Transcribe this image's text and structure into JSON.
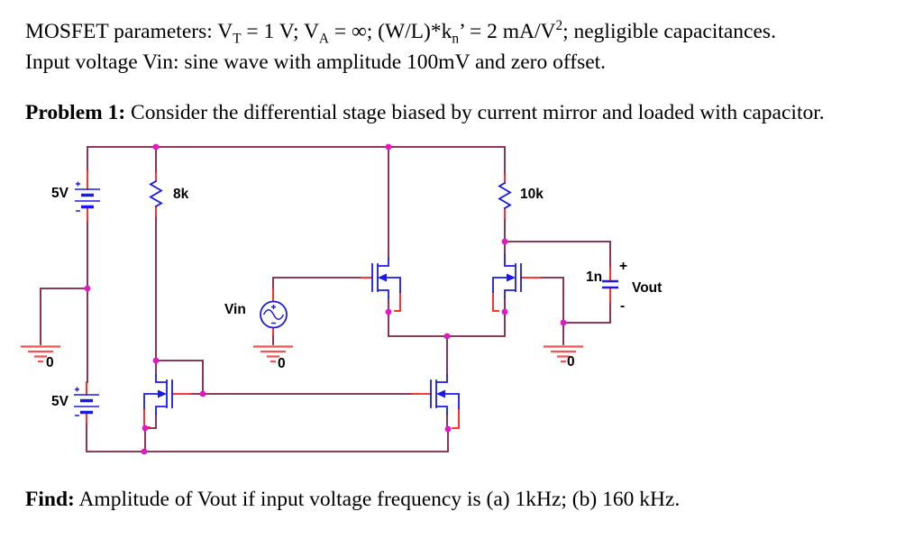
{
  "header": {
    "line1": {
      "p1": "MOSFET parameters: V",
      "s1": "T",
      "p2": " = 1 V; V",
      "s2": "A",
      "p3": " = ∞; (W/L)*k",
      "s3": "n",
      "p4": "’ = 2 mA/V",
      "sup": "2",
      "p5": "; negligible capacitances."
    },
    "line2": "Input voltage Vin: sine wave with amplitude 100mV and zero offset.",
    "problem_label": "Problem 1:",
    "problem_text": " Consider the differential stage biased by current mirror and loaded with capacitor."
  },
  "footer": {
    "find_label": "Find:",
    "find_text": " Amplitude of Vout if input voltage frequency is (a) 1kHz; (b) 160 kHz."
  },
  "schematic": {
    "vdd_label": "5V",
    "vss_label": "5V",
    "r1_label": "8k",
    "r2_label": "10k",
    "vin_label": "Vin",
    "cap_label": "1n",
    "vout_plus": "+",
    "vout_label": "Vout",
    "vout_minus": "-",
    "gnd1_label": "0",
    "gnd2_label": "0",
    "gnd3_label": "0"
  },
  "colors": {
    "wire": "#7A2045",
    "component": "#1A1AE8",
    "pin_stub": "#FF1A1A",
    "junction_dot": "#E616C8",
    "ground": "#F05555",
    "text": "#000000"
  }
}
